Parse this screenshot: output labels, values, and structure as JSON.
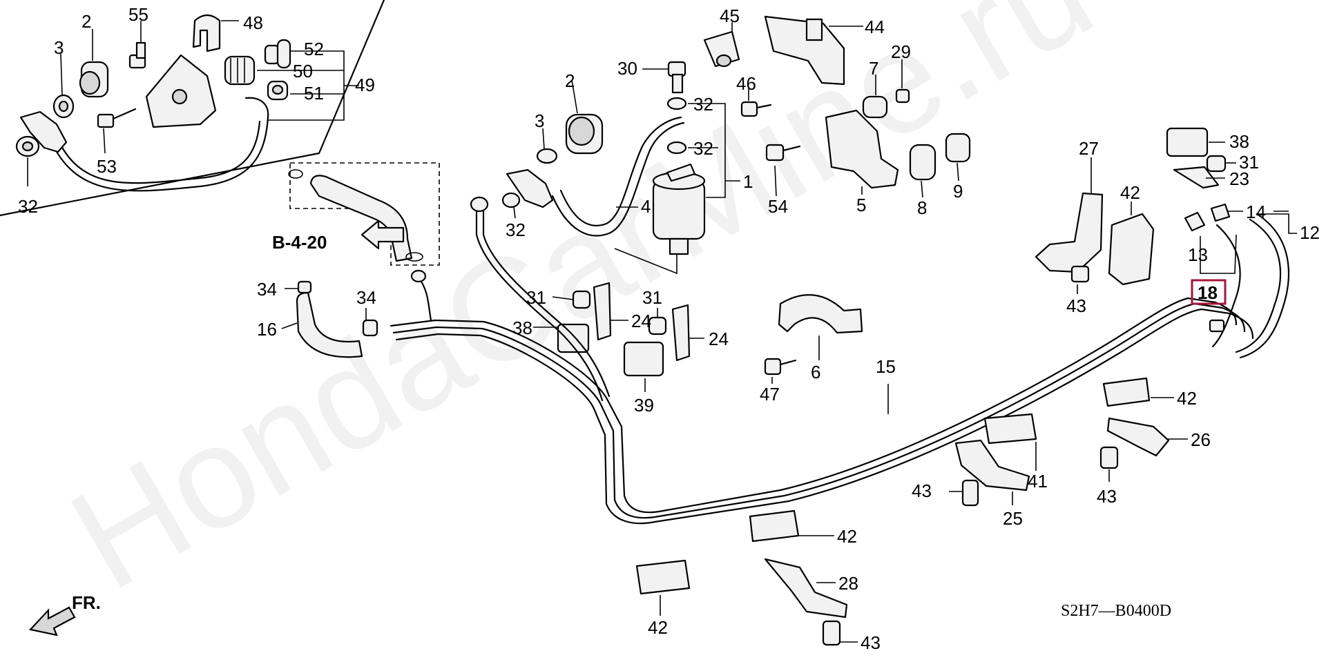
{
  "diagram": {
    "watermark": "HondaCarMine.ru",
    "diagram_code": "S2H7—B0400D",
    "ref_label": "B-4-20",
    "front_label": "FR.",
    "highlight_color": "#a3173a",
    "highlighted_part": "18",
    "labels": {
      "p2a": "2",
      "p55": "55",
      "p48": "48",
      "p3a": "3",
      "p52": "52",
      "p50": "50",
      "p49": "49",
      "p51": "51",
      "p53": "53",
      "p32a": "32",
      "p45": "45",
      "p44": "44",
      "p30": "30",
      "p2b": "2",
      "p46": "46",
      "p29": "29",
      "p7": "7",
      "p32b": "32",
      "p32c": "32",
      "p3b": "3",
      "p1": "1",
      "p4": "4",
      "p32d": "32",
      "p54": "54",
      "p5": "5",
      "p8": "8",
      "p9": "9",
      "p27": "27",
      "p42a": "42",
      "p38a": "38",
      "p31a": "31",
      "p23": "23",
      "p14": "14",
      "p12": "12",
      "p13": "13",
      "p18": "18",
      "p43a": "43",
      "p34a": "34",
      "p34b": "34",
      "p16": "16",
      "p31b": "31",
      "p31c": "31",
      "p24a": "24",
      "p24b": "24",
      "p38b": "38",
      "p39": "39",
      "p47": "47",
      "p6": "6",
      "p15": "15",
      "p42b": "42",
      "p26": "26",
      "p41": "41",
      "p43b": "43",
      "p25": "25",
      "p43c": "43",
      "p42c": "42",
      "p28": "28",
      "p42d": "42",
      "p43d": "43"
    }
  }
}
